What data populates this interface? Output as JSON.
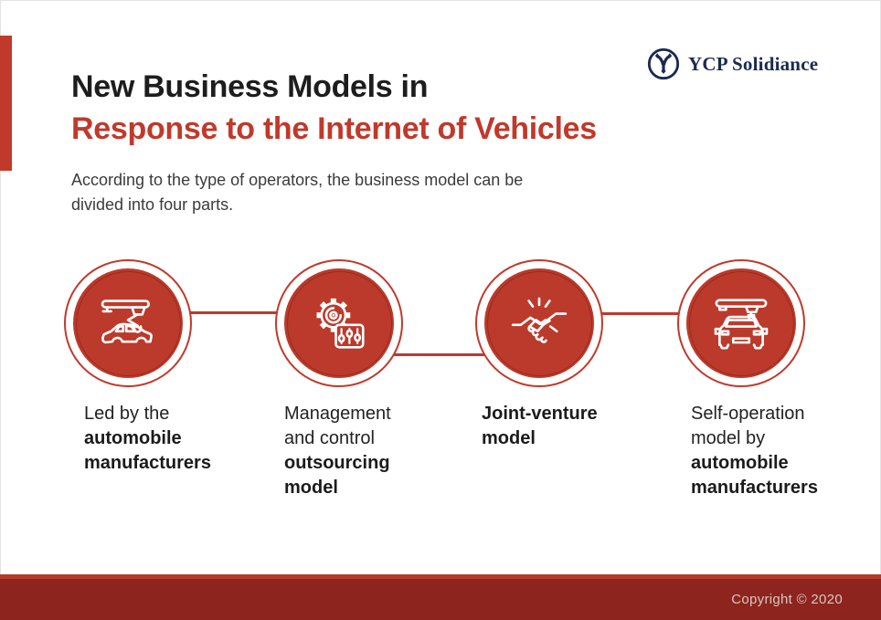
{
  "colors": {
    "accent_red": "#c0392b",
    "circle_fill": "#bc3a2b",
    "footer_strip": "#b53a2b",
    "footer_dark": "#8e241e",
    "navy": "#1b2a4e",
    "title_black": "#1d1d1d"
  },
  "logo": {
    "icon": "ycp-monogram-icon",
    "text": "YCP Solidiance"
  },
  "title": {
    "line1": "New Business Models in",
    "line2": "Response to the Internet of Vehicles"
  },
  "subtitle": {
    "line1": "According to the type of operators, the business model can be",
    "line2": "divided into four parts."
  },
  "models": [
    {
      "icon": "robotic-arm-car-assembly-icon",
      "label_lines": [
        {
          "text": "Led by the",
          "bold": false
        },
        {
          "text": "automobile",
          "bold": true
        },
        {
          "text": "manufacturers",
          "bold": true
        }
      ]
    },
    {
      "icon": "gear-control-panel-icon",
      "label_lines": [
        {
          "text": "Management",
          "bold": false
        },
        {
          "text": "and control",
          "bold": false
        },
        {
          "text": "outsourcing",
          "bold": true
        },
        {
          "text": "model",
          "bold": true
        }
      ]
    },
    {
      "icon": "handshake-icon",
      "label_lines": [
        {
          "text": "Joint-venture",
          "bold": true
        },
        {
          "text": "model",
          "bold": true
        }
      ]
    },
    {
      "icon": "car-lift-crane-icon",
      "label_lines": [
        {
          "text": "Self-operation",
          "bold": false
        },
        {
          "text": "model by",
          "bold": false
        },
        {
          "text": "automobile",
          "bold": true
        },
        {
          "text": "manufacturers",
          "bold": true
        }
      ]
    }
  ],
  "footer": {
    "copyright": "Copyright © 2020"
  }
}
